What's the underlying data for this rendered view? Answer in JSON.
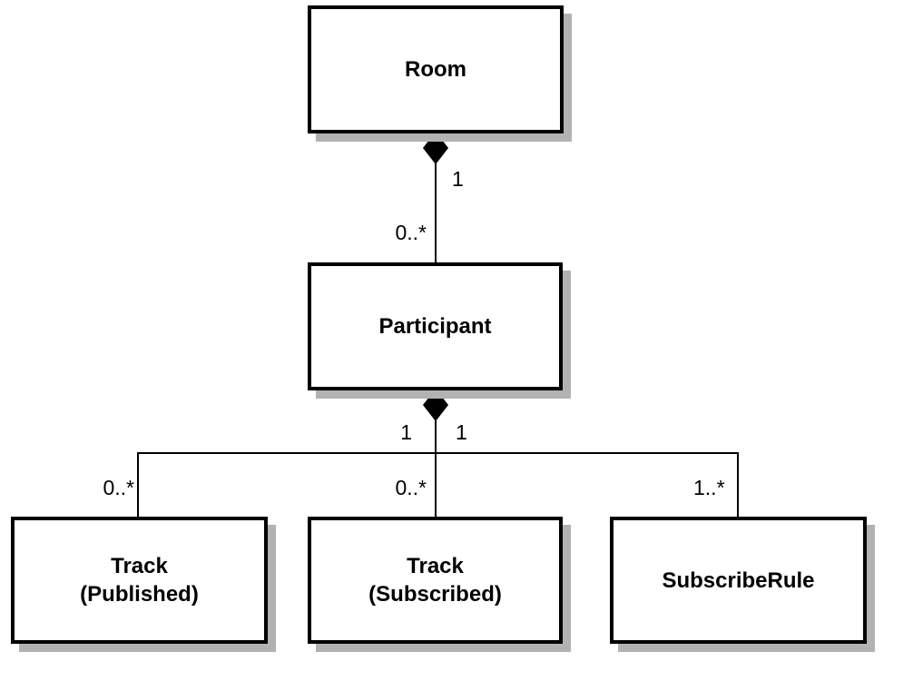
{
  "diagram": {
    "type": "uml-class-diagram",
    "colors": {
      "background": "#ffffff",
      "box_fill": "#ffffff",
      "box_border": "#000000",
      "shadow": "#b2b2b2",
      "line": "#000000",
      "text": "#000000"
    },
    "classes": [
      {
        "id": "room",
        "label": "Room"
      },
      {
        "id": "participant",
        "label": "Participant"
      },
      {
        "id": "track-published",
        "label_lines": [
          "Track",
          "(Published)"
        ]
      },
      {
        "id": "track-subscribed",
        "label_lines": [
          "Track",
          "(Subscribed)"
        ]
      },
      {
        "id": "subscribe-rule",
        "label": "SubscribeRule"
      }
    ],
    "associations": [
      {
        "from": "Room",
        "to": "Participant",
        "type": "composition",
        "from_multiplicity": "1",
        "to_multiplicity": "0..*"
      },
      {
        "from": "Participant",
        "to": "Track (Published)",
        "type": "composition",
        "from_multiplicity": "1",
        "to_multiplicity": "0..*"
      },
      {
        "from": "Participant",
        "to": "Track (Subscribed)",
        "type": "composition",
        "from_multiplicity": "1",
        "to_multiplicity": "0..*"
      },
      {
        "from": "Participant",
        "to": "SubscribeRule",
        "type": "composition",
        "from_multiplicity": "1",
        "to_multiplicity": "1..*"
      }
    ]
  }
}
